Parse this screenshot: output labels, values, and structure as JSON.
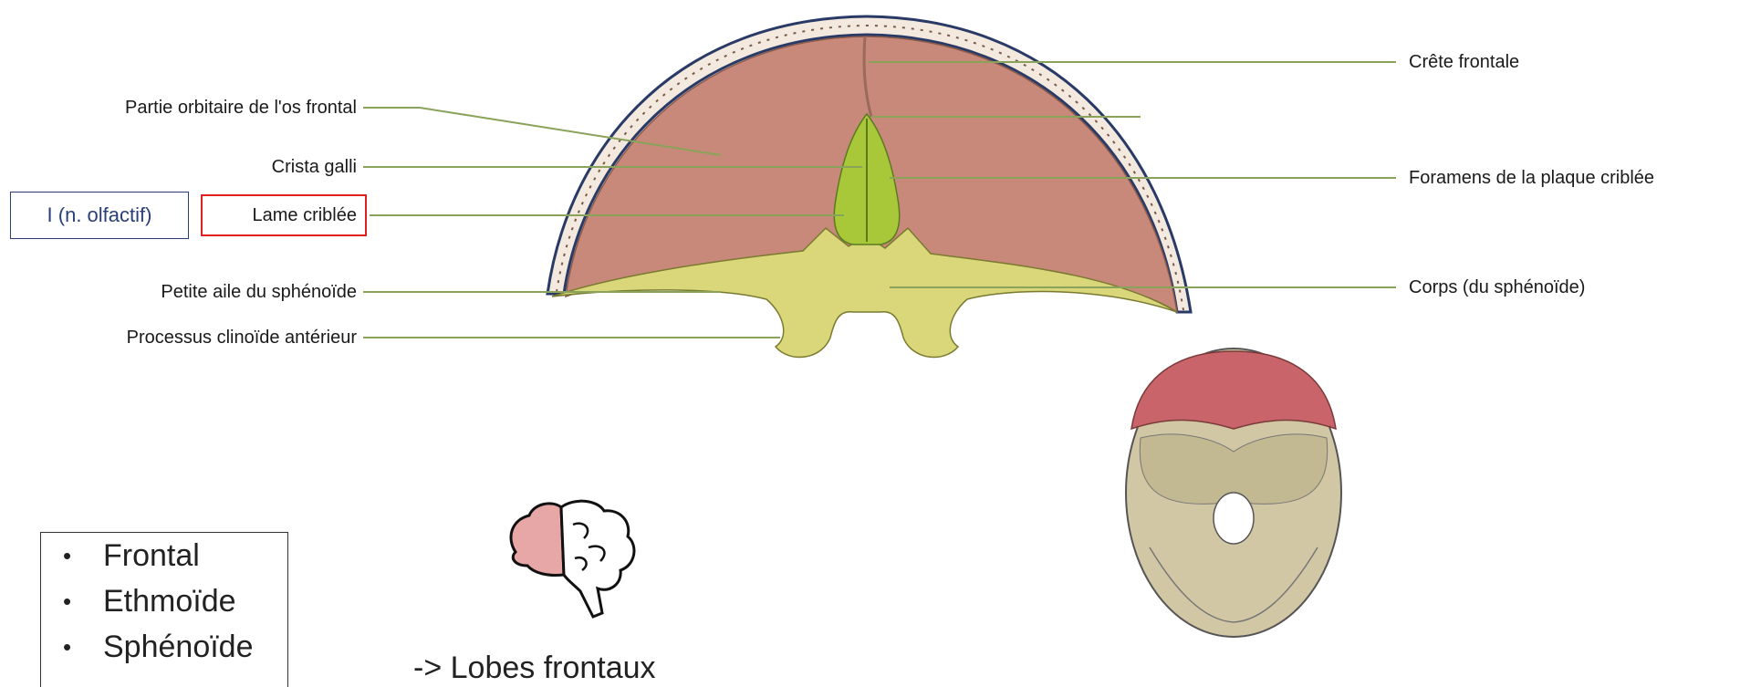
{
  "labels_left": {
    "partie_orbitaire": "Partie orbitaire de l'os frontal",
    "crista_galli": "Crista galli",
    "lame_criblee": "Lame criblée",
    "petite_aile": "Petite aile du sphénoïde",
    "processus_clinoide": "Processus clinoïde antérieur"
  },
  "labels_right": {
    "crete_frontale": "Crête frontale",
    "foramens": "Foramens de la plaque criblée",
    "corps": "Corps (du sphénoïde)"
  },
  "nerve_tag": "I (n. olfactif)",
  "bones_list": [
    "Frontal",
    "Ethmoïde",
    "Sphénoïde"
  ],
  "lobes_text": "-> Lobes frontaux",
  "colors": {
    "frontal_fill": "#c8897a",
    "sphenoid_fill": "#d9d77a",
    "ethmoid_fill": "#a8c83a",
    "leader_line": "#8aa35a",
    "highlight_box": "#e02020",
    "nerve_box": "#2a3f7a"
  }
}
